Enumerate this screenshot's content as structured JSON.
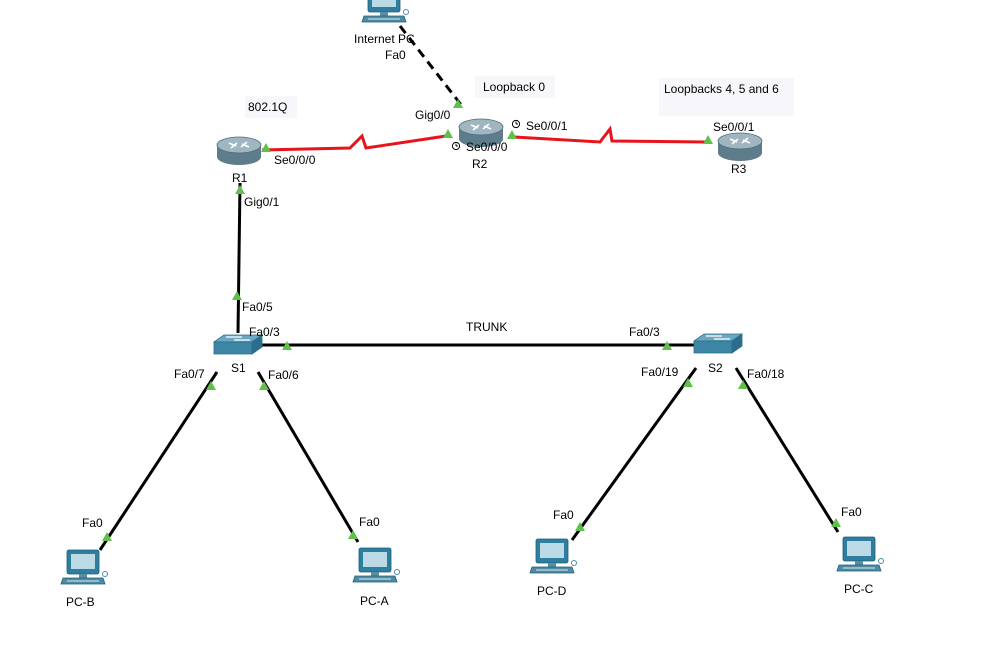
{
  "colors": {
    "ethernet_link": "#000000",
    "serial_link": "#e8141b",
    "port_indicator": "#5fc04a",
    "router_body": "#6f8c9a",
    "switch_body": "#3f87a5",
    "pc_body": "#2e7f9f"
  },
  "notes": {
    "dot1q": "802.1Q",
    "loopback0": "Loopback 0",
    "loopbacks_r3": "Loopbacks 4, 5 and 6",
    "trunk": "TRUNK"
  },
  "devices": {
    "internet_pc": "Internet PC",
    "r1": "R1",
    "r2": "R2",
    "r3": "R3",
    "s1": "S1",
    "s2": "S2",
    "pc_a": "PC-A",
    "pc_b": "PC-B",
    "pc_c": "PC-C",
    "pc_d": "PC-D"
  },
  "ports": {
    "internet_pc_fa0": "Fa0",
    "r2_gig00": "Gig0/0",
    "r2_se001": "Se0/0/1",
    "r2_se000": "Se0/0/0",
    "r1_se000": "Se0/0/0",
    "r1_gig01": "Gig0/1",
    "r3_se001": "Se0/0/1",
    "s1_fa05": "Fa0/5",
    "s1_fa03": "Fa0/3",
    "s1_fa07": "Fa0/7",
    "s1_fa06": "Fa0/6",
    "s2_fa03": "Fa0/3",
    "s2_fa019": "Fa0/19",
    "s2_fa018": "Fa0/18",
    "pcb_fa0": "Fa0",
    "pca_fa0": "Fa0",
    "pcd_fa0": "Fa0",
    "pcc_fa0": "Fa0"
  }
}
